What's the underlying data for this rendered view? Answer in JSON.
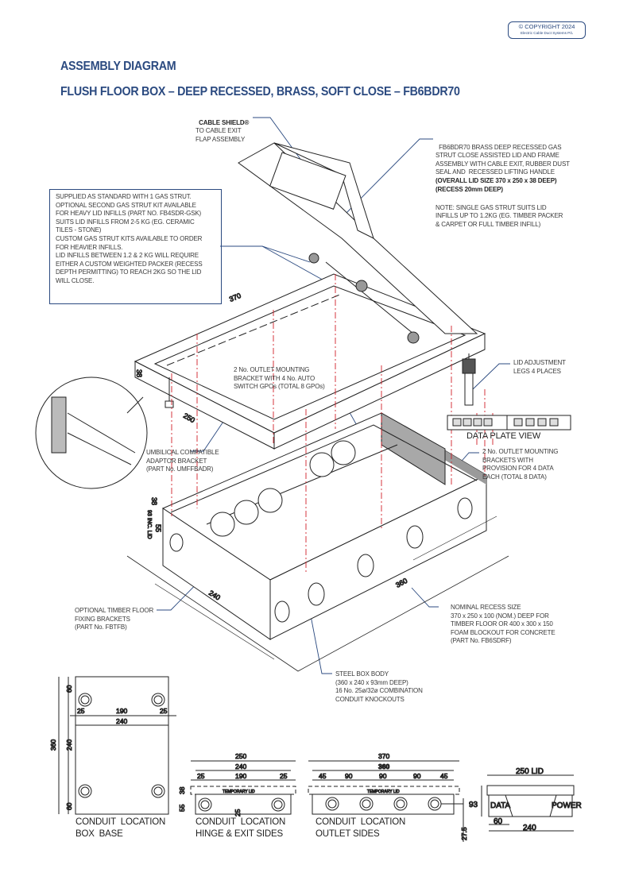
{
  "header": {
    "copyright": "© COPYRIGHT 2024",
    "company": "Electric Cable Duct Systems P/L",
    "doc_type": "ASSEMBLY DIAGRAM",
    "title": "FLUSH FLOOR BOX – DEEP RECESSED, BRASS, SOFT CLOSE – FB6BDR70",
    "accent_color": "#2b4a80"
  },
  "callouts": {
    "cable_shield": {
      "bold": "CABLE SHIELD®",
      "text": "TO CABLE EXIT\nFLAP ASSEMBLY"
    },
    "lid_assembly": {
      "text": "FB6BDR70 BRASS DEEP RECESSED GAS\nSTRUT CLOSE ASSISTED LID AND FRAME\nASSEMBLY WITH CABLE EXIT, RUBBER DUST\nSEAL AND  RECESSED LIFTING HANDLE",
      "bold": "(OVERALL LID SIZE 370 x 250 x 38 DEEP)\n(RECESS 20mm DEEP)",
      "note": "NOTE: SINGLE GAS STRUT SUITS LID\nINFILLS UP TO 1.2KG (EG. TIMBER PACKER\n& CARPET OR FULL TIMBER INFILL)"
    },
    "gas_strut": "SUPPLIED AS STANDARD WITH 1 GAS STRUT.\nOPTIONAL SECOND GAS STRUT KIT AVAILABLE\nFOR HEAVY LID INFILLS (PART NO. FB4SDR-GSK)\nSUITS LID INFILLS FROM 2-5 KG (EG. CERAMIC\nTILES - STONE)\nCUSTOM GAS STRUT KITS AVAILABLE TO ORDER\nFOR HEAVIER INFILLS.\nLID INFILLS BETWEEN 1.2 & 2 KG WILL REQUIRE\nEITHER A CUSTOM WEIGHTED PACKER (RECESS\nDEPTH PERMITTING) TO REACH 2KG SO THE LID\nWILL CLOSE.",
    "gpo_bracket": "2 No. OUTLET MOUNTING\nBRACKET WITH 4 No. AUTO\nSWITCH GPOs (TOTAL 8 GPOs)",
    "lid_legs": "LID ADJUSTMENT\nLEGS 4 PLACES",
    "data_plate": "DATA PLATE VIEW",
    "data_bracket": "2 No. OUTLET MOUNTING\nBRACKETS WITH\nPROVISION FOR 4 DATA\nEACH (TOTAL 8 DATA)",
    "umbilical": "UMBILICAL COMPATIBLE\nADAPTOR BRACKET\n(PART No. UMFFBADR)",
    "timber_brackets": "OPTIONAL TIMBER FLOOR\nFIXING BRACKETS\n(PART No. FBTFB)",
    "recess": "NOMINAL RECESS SIZE\n370 x 250 x 100 (NOM.) DEEP FOR\nTIMBER FLOOR OR 400 x 300 x 150\nFOAM BLOCKOUT FOR CONCRETE\n(PART No. FB6SDRF)",
    "steel_body": "STEEL BOX BODY\n(360 x 240 x 93mm DEEP)\n16 No. 25ø/32ø COMBINATION\nCONDUIT KNOCKOUTS"
  },
  "iso_dimensions": {
    "lid_length": "370",
    "lid_depth": "38",
    "lid_width": "250",
    "box_length": "360",
    "box_width": "240",
    "lid_h": "38",
    "overall_h": "93 INC. LID",
    "box_h": "55"
  },
  "views": {
    "box_base": {
      "caption": "CONDUIT  LOCATION\nBOX  BASE",
      "dims": {
        "total": "360",
        "mid": "240",
        "top": "60",
        "bottom": "60",
        "edge_l": "25",
        "span": "190",
        "edge_r": "25",
        "width": "240"
      }
    },
    "hinge_exit": {
      "caption": "CONDUIT  LOCATION\nHINGE & EXIT SIDES",
      "dims": {
        "lid": "250",
        "box": "240",
        "edge_l": "25",
        "span": "190",
        "edge_r": "25",
        "lid_h": "38",
        "box_h": "55",
        "hole_h": "25"
      },
      "temp_lid": "TEMPORARY LID"
    },
    "outlet": {
      "caption": "CONDUIT  LOCATION\nOUTLET SIDES",
      "dims": {
        "lid": "370",
        "box": "360",
        "e1": "45",
        "s1": "90",
        "s2": "90",
        "s3": "90",
        "e2": "45",
        "hole_h": "27.5"
      },
      "temp_lid": "TEMPORARY LID"
    },
    "section": {
      "lid": "250 LID",
      "height": "93",
      "data": "DATA",
      "power": "POWER",
      "offset": "60",
      "width": "240"
    }
  }
}
